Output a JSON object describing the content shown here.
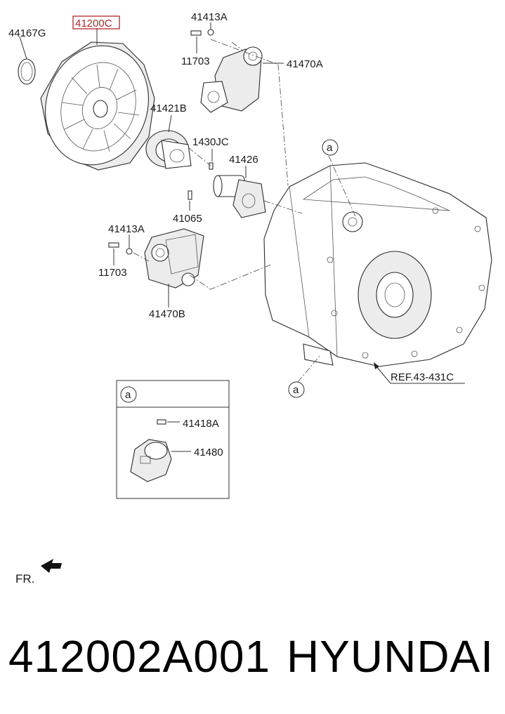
{
  "callouts": {
    "c44167g": "44167G",
    "c41200c": "41200C",
    "c41413a_top": "41413A",
    "c11703_top": "11703",
    "c41470a": "41470A",
    "c41421b": "41421B",
    "c1430jc": "1430JC",
    "c41426": "41426",
    "c41065": "41065",
    "c41413a_mid": "41413A",
    "c11703_mid": "11703",
    "c41470b": "41470B",
    "ref": "REF.43-431C",
    "circle_a_top": "a",
    "circle_a_bottom": "a",
    "fr": "FR."
  },
  "inset": {
    "circle": "a",
    "c41418a": "41418A",
    "c41480": "41480"
  },
  "footer": {
    "part_number": "412002A001",
    "brand": "HYUNDAI"
  },
  "colors": {
    "highlight": "#b3262b",
    "line": "#333333"
  }
}
